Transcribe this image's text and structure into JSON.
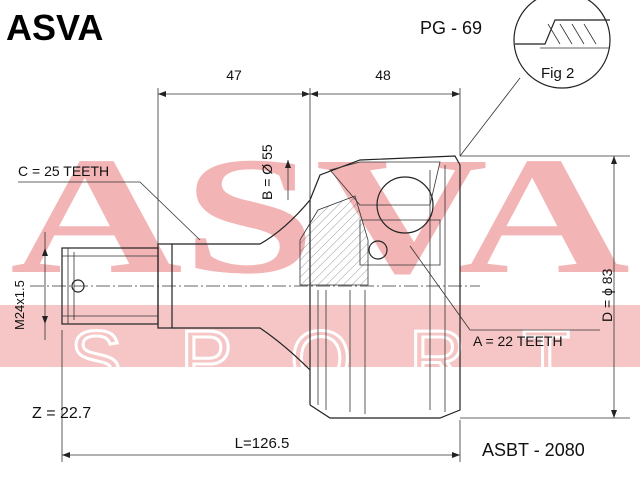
{
  "brand": "ASVA",
  "part_code": "PG - 69",
  "fig_label": "Fig 2",
  "watermark": {
    "top": "ASVA",
    "bottom": "SPORT",
    "color": "#f0a8a8",
    "band_color": "#f6c6c6"
  },
  "dimensions": {
    "top_left": "47",
    "top_right": "48",
    "bore": "B = Ø 55",
    "thread": "M24x1.5",
    "outer": "D = ϕ 83",
    "length": "L=126.5"
  },
  "callouts": {
    "c_teeth": "C = 25 TEETH",
    "a_teeth": "A = 22 TEETH",
    "z": "Z = 22.7"
  },
  "article": "ASBT - 2080"
}
